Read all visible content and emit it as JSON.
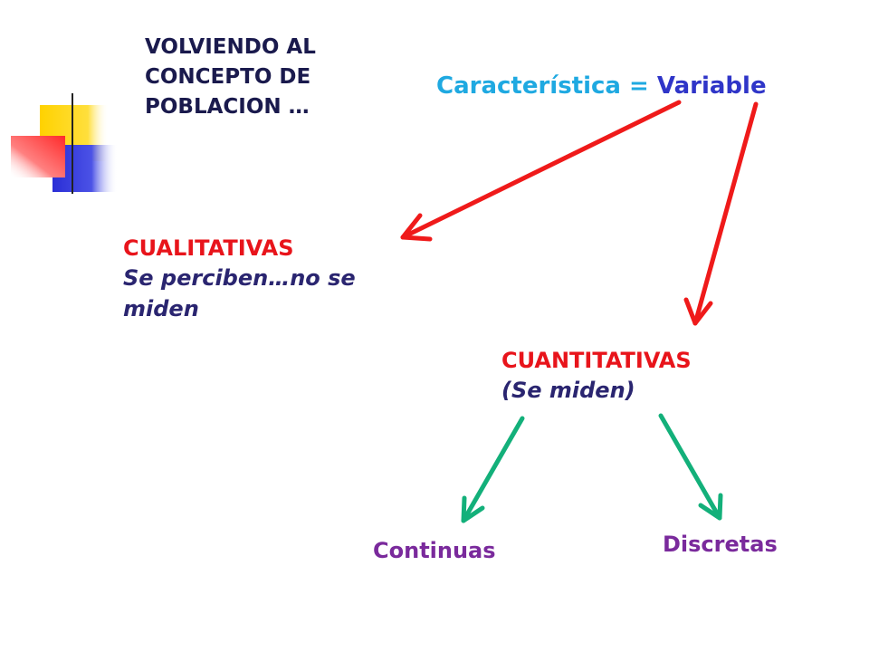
{
  "title": {
    "line1": "VOLVIENDO AL",
    "line2": "CONCEPTO DE",
    "line3": "POBLACION …"
  },
  "concept": {
    "left": "Característica",
    "equals": "=",
    "right": "Variable"
  },
  "cualitativas": {
    "heading": "CUALITATIVAS",
    "description_line1": "Se perciben…no se",
    "description_line2": "miden"
  },
  "cuantitativas": {
    "heading": "CUANTITATIVAS",
    "description": "(Se miden)"
  },
  "subtypes": {
    "continuas": "Continuas",
    "discretas": "Discretas"
  },
  "colors": {
    "red_arrow": "#ef1a1a",
    "green_arrow": "#13b07a",
    "heading_red": "#e8141b",
    "purple": "#7a2a9c",
    "cyan": "#1fa9e1",
    "blue": "#2f35c8"
  }
}
